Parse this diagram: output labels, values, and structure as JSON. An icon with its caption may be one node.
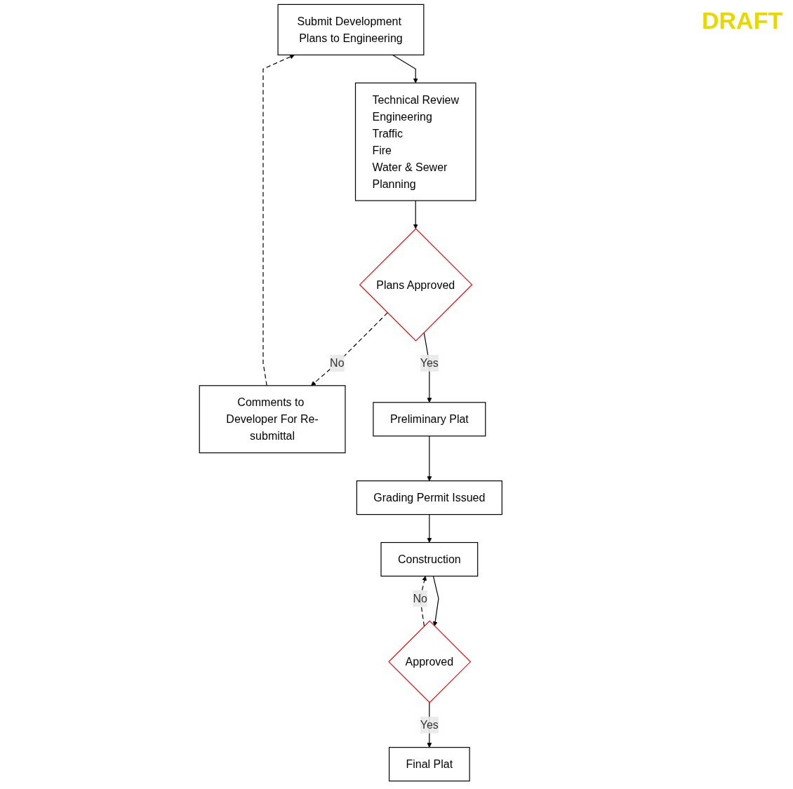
{
  "diagram": {
    "nodes": [
      {
        "text": [
          "Submit Development Plans to Engineering"
        ]
      },
      {
        "text": [
          "Technical Review",
          "Engineering",
          "Traffic",
          "Fire",
          "Water & Sewer",
          "Planning"
        ]
      },
      {
        "text": [
          "Plans Approved"
        ]
      },
      {
        "text": [
          "Comments to Developer For Re-submittal"
        ]
      },
      {
        "text": [
          "Preliminary Plat"
        ]
      },
      {
        "text": [
          "Grading Permit Issued"
        ]
      },
      {
        "text": [
          "Construction"
        ]
      },
      {
        "text": [
          "Approved"
        ]
      },
      {
        "text": [
          "Final Plat"
        ]
      }
    ],
    "edges": [
      {
        "from": 0,
        "to": 1,
        "arrow": "to"
      },
      {
        "from": 1,
        "to": 2,
        "arrow": "to"
      },
      {
        "from": 2,
        "to": 3,
        "arrow": "to",
        "label": "No",
        "style": "dashed"
      },
      {
        "from": 3,
        "to": 0,
        "arrow": "to",
        "style": "dashed"
      },
      {
        "from": 2,
        "to": 4,
        "arrow": "to",
        "label": "Yes"
      },
      {
        "from": 4,
        "to": 5,
        "arrow": "to"
      },
      {
        "from": 5,
        "to": 6,
        "arrow": "to"
      },
      {
        "from": 6,
        "to": 7,
        "arrow": "to"
      },
      {
        "from": 7,
        "to": 8,
        "arrow": "to",
        "label": "Yes"
      },
      {
        "from": 7,
        "to": 6,
        "arrow": "to",
        "label": "No",
        "style": "dashed"
      }
    ],
    "labels": [
      "DRAFT"
    ]
  }
}
